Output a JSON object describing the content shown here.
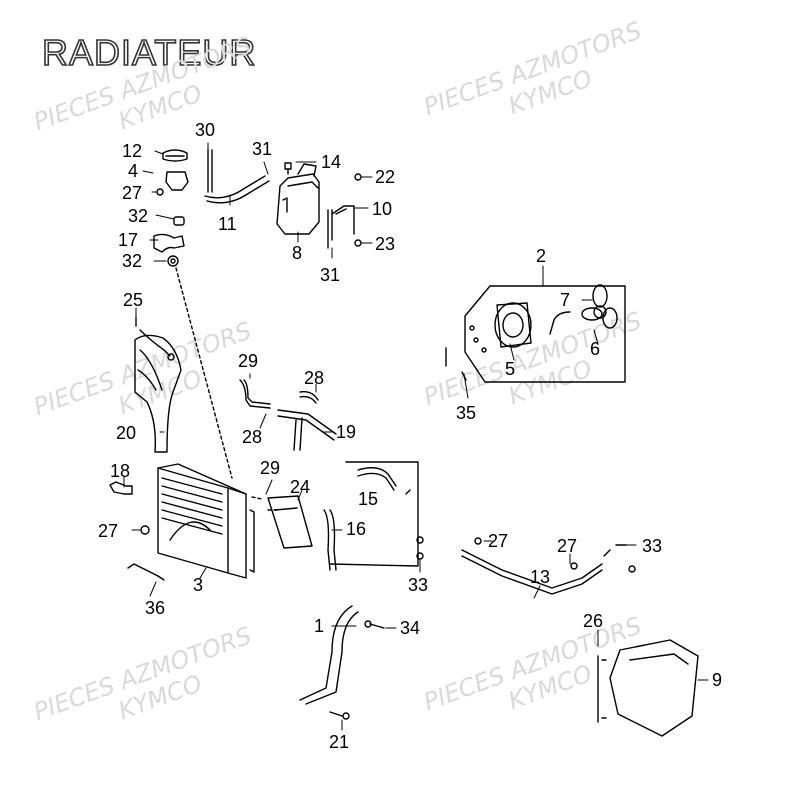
{
  "title": "RADIATEUR",
  "watermarks": [
    {
      "line1": "PIECES AZMOTORS",
      "line2": "KYMCO"
    },
    {
      "line1": "PIECES AZMOTORS",
      "line2": "KYMCO"
    },
    {
      "line1": "PIECES AZMOTORS",
      "line2": "KYMCO"
    },
    {
      "line1": "PIECES AZMOTORS",
      "line2": "KYMCO"
    },
    {
      "line1": "PIECES AZMOTORS",
      "line2": "KYMCO"
    },
    {
      "line1": "PIECES AZMOTORS",
      "line2": "KYMCO"
    }
  ],
  "callouts": {
    "n1": "1",
    "n2": "2",
    "n3": "3",
    "n4": "4",
    "n5": "5",
    "n6": "6",
    "n7": "7",
    "n8": "8",
    "n9": "9",
    "n10": "10",
    "n11": "11",
    "n12": "12",
    "n13": "13",
    "n14": "14",
    "n15": "15",
    "n16": "16",
    "n17": "17",
    "n18": "18",
    "n19": "19",
    "n20": "20",
    "n21": "21",
    "n22": "22",
    "n23": "23",
    "n24": "24",
    "n25": "25",
    "n26": "26",
    "n27a": "27",
    "n27b": "27",
    "n27c": "27",
    "n27d": "27",
    "n28a": "28",
    "n28b": "28",
    "n29a": "29",
    "n29b": "29",
    "n30": "30",
    "n31a": "31",
    "n31b": "31",
    "n32a": "32",
    "n32b": "32",
    "n33a": "33",
    "n33b": "33",
    "n34": "34",
    "n35": "35",
    "n36": "36"
  }
}
